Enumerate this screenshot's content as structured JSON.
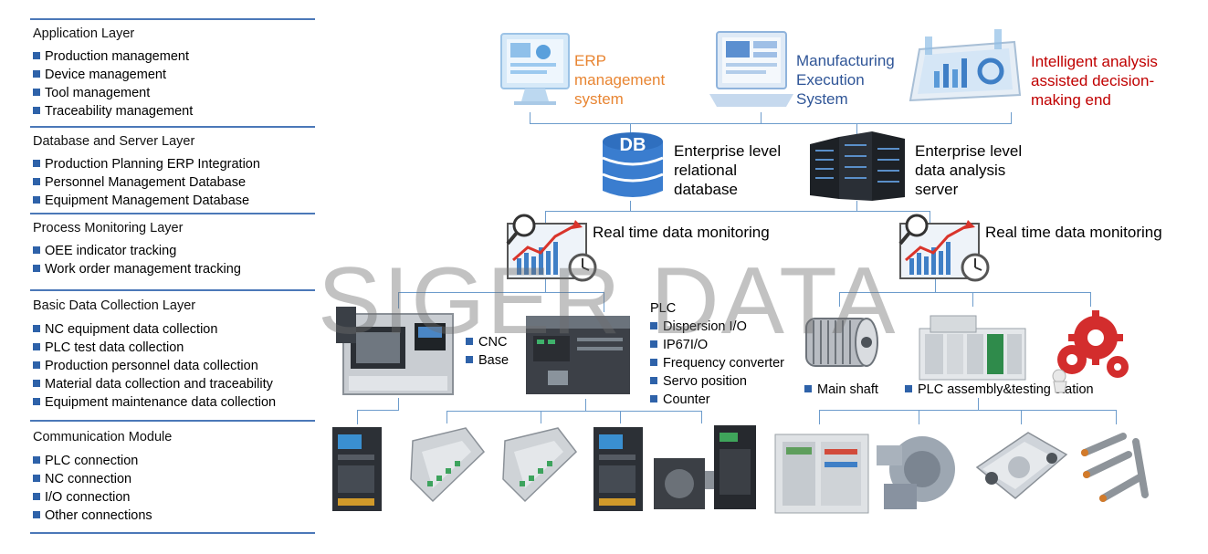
{
  "sidebar": {
    "sections": [
      {
        "title": "Application Layer",
        "items": [
          "Production management",
          "Device management",
          "Tool management",
          "Traceability management"
        ]
      },
      {
        "title": "Database and Server Layer",
        "items": [
          "Production Planning ERP Integration",
          "Personnel Management Database",
          "Equipment Management Database"
        ]
      },
      {
        "title": "Process Monitoring Layer",
        "items": [
          "OEE indicator tracking",
          "Work order management tracking"
        ]
      },
      {
        "title": "Basic Data Collection Layer",
        "items": [
          "NC equipment data collection",
          "PLC test data collection",
          "Production personnel data collection",
          "Material data collection and traceability",
          "Equipment maintenance data collection"
        ]
      },
      {
        "title": "Communication Module",
        "items": [
          "PLC connection",
          "NC connection",
          "I/O connection",
          "Other connections"
        ]
      }
    ]
  },
  "diagram": {
    "erp": {
      "lines": [
        "ERP",
        "management",
        "system"
      ],
      "color": "#e88532"
    },
    "mes": {
      "lines": [
        "Manufacturing",
        "Execution",
        "System"
      ],
      "color": "#2f5597"
    },
    "intelligent": {
      "lines": [
        "Intelligent analysis",
        "assisted decision-",
        "making end"
      ],
      "color": "#c00000"
    },
    "database": {
      "icon_text": "DB",
      "lines": [
        "Enterprise level",
        "relational",
        "database"
      ]
    },
    "server": {
      "lines": [
        "Enterprise level",
        "data analysis",
        "server"
      ]
    },
    "monitor_left": {
      "label": "Real time data monitoring"
    },
    "monitor_right": {
      "label": "Real time data monitoring"
    },
    "cnc_group": {
      "items": [
        "CNC",
        "Base"
      ]
    },
    "plc_group": {
      "title": "PLC",
      "items": [
        "Dispersion I/O",
        "IP67I/O",
        "Frequency converter",
        "Servo position",
        "Counter"
      ]
    },
    "main_shaft": {
      "label": "Main shaft"
    },
    "plc_station": {
      "label": "PLC assembly&testing station"
    },
    "watermark": "SIGER DATA",
    "accent": "#2e62a9",
    "line_color": "#6d9ccc"
  }
}
